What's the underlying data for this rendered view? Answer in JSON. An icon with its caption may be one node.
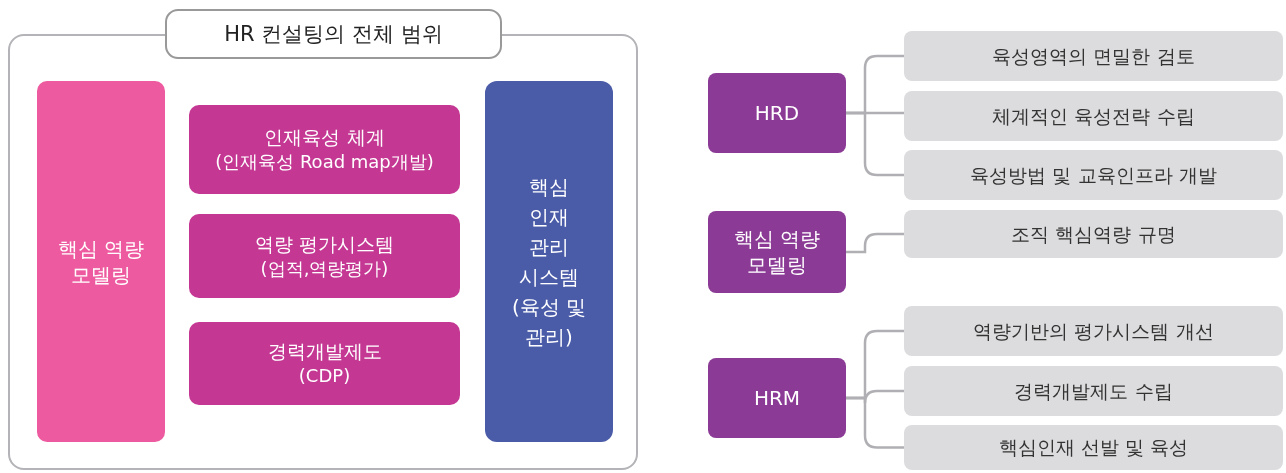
{
  "diagram": {
    "nodes": [
      {
        "text": [
          "HR 컨설팅의 전체 범위"
        ]
      },
      {
        "text": [
          "핵심 역량 모델링"
        ],
        "in": 0
      },
      {
        "text": [
          "인재육성 체계",
          "(인재육성 Road map개발)"
        ],
        "in": 0
      },
      {
        "text": [
          "역량 평가시스템",
          "(업적,역량평가)"
        ],
        "in": 0
      },
      {
        "text": [
          "경력개발제도",
          "(CDP)"
        ],
        "in": 0
      },
      {
        "text": [
          "핵심 인재 관리 시스템 (육성 및 관리)"
        ],
        "in": 0
      },
      {
        "text": [
          "HRD"
        ]
      },
      {
        "text": [
          "육성영역의 면밀한 검토"
        ]
      },
      {
        "text": [
          "체계적인 육성전략 수립"
        ]
      },
      {
        "text": [
          "육성방법 및 교육인프라 개발"
        ]
      },
      {
        "text": [
          "핵심 역량 모델링"
        ]
      },
      {
        "text": [
          "조직 핵심역량 규명"
        ]
      },
      {
        "text": [
          "HRM"
        ]
      },
      {
        "text": [
          "역량기반의 평가시스템 개선"
        ]
      },
      {
        "text": [
          "경력개발제도 수립"
        ]
      },
      {
        "text": [
          "핵심인재 선발 및 육성"
        ]
      }
    ],
    "edges": [
      {
        "from": 6,
        "to": 7,
        "arrow": "none"
      },
      {
        "from": 6,
        "to": 8,
        "arrow": "none"
      },
      {
        "from": 6,
        "to": 9,
        "arrow": "none"
      },
      {
        "from": 10,
        "to": 11,
        "arrow": "none"
      },
      {
        "from": 12,
        "to": 13,
        "arrow": "none"
      },
      {
        "from": 12,
        "to": 14,
        "arrow": "none"
      },
      {
        "from": 12,
        "to": 15,
        "arrow": "none"
      }
    ]
  }
}
